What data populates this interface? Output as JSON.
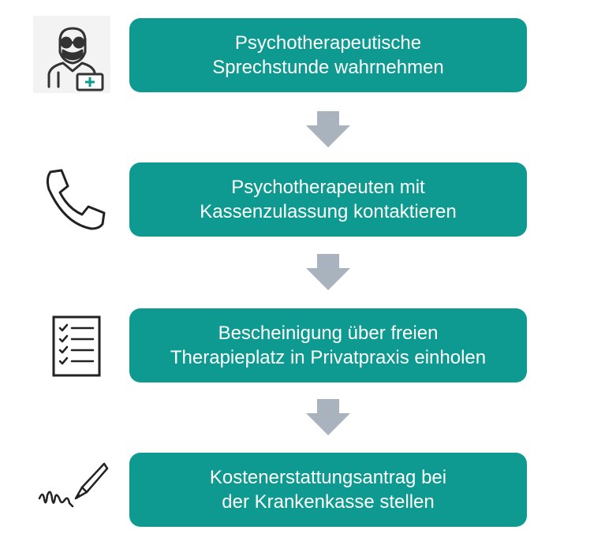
{
  "steps": [
    {
      "line1": "Psychotherapeutische",
      "line2": "Sprechstunde wahrnehmen",
      "icon": "doctor-icon"
    },
    {
      "line1": "Psychotherapeuten mit",
      "line2": "Kassenzulassung kontaktieren",
      "icon": "phone-icon"
    },
    {
      "line1": "Bescheinigung über freien",
      "line2": "Therapieplatz in Privatpraxis einholen",
      "icon": "checklist-icon"
    },
    {
      "line1": "Kostenerstattungsantrag bei",
      "line2": "der Krankenkasse stellen",
      "icon": "signature-pen-icon"
    }
  ],
  "colors": {
    "box": "#0e9a90",
    "arrow": "#a8b3bd",
    "text": "#ffffff"
  }
}
